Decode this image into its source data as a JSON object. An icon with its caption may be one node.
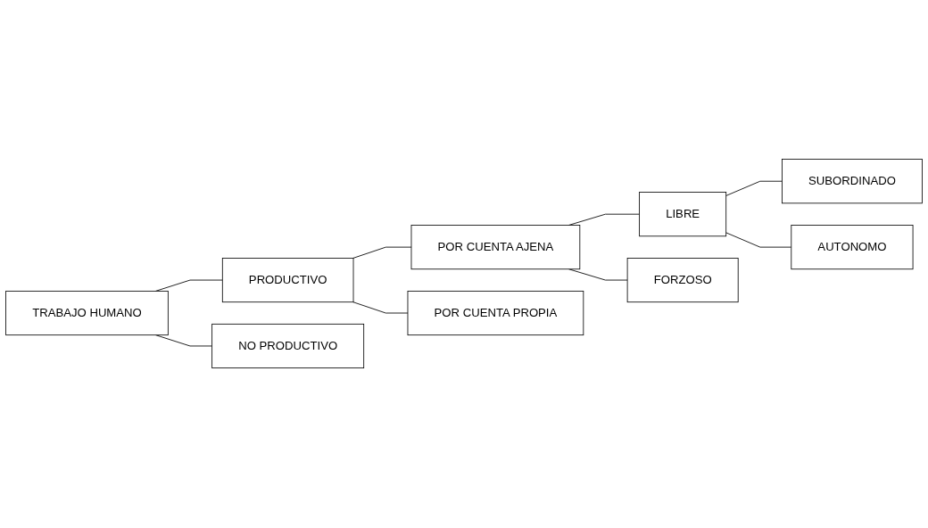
{
  "diagram": {
    "nodes": [
      {
        "text": [
          "TRABAJO HUMANO"
        ]
      },
      {
        "text": [
          "PRODUCTIVO"
        ]
      },
      {
        "text": [
          "NO PRODUCTIVO"
        ]
      },
      {
        "text": [
          "POR CUENTA AJENA"
        ]
      },
      {
        "text": [
          "POR CUENTA PROPIA"
        ]
      },
      {
        "text": [
          "LIBRE"
        ]
      },
      {
        "text": [
          "FORZOSO"
        ]
      },
      {
        "text": [
          "SUBORDINADO"
        ]
      },
      {
        "text": [
          "AUTONOMO"
        ]
      }
    ],
    "edges": [
      {
        "from": 0,
        "to": 1,
        "arrow": "none"
      },
      {
        "from": 0,
        "to": 2,
        "arrow": "none"
      },
      {
        "from": 1,
        "to": 3,
        "arrow": "none"
      },
      {
        "from": 1,
        "to": 4,
        "arrow": "none"
      },
      {
        "from": 3,
        "to": 5,
        "arrow": "none"
      },
      {
        "from": 3,
        "to": 6,
        "arrow": "none"
      },
      {
        "from": 5,
        "to": 7,
        "arrow": "none"
      },
      {
        "from": 5,
        "to": 8,
        "arrow": "none"
      }
    ]
  }
}
